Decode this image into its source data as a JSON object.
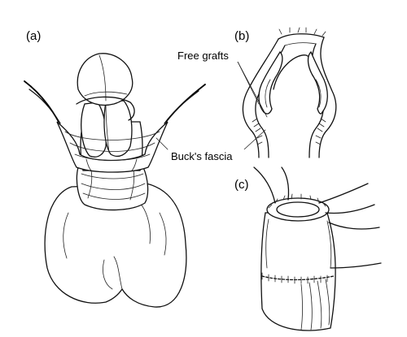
{
  "figure": {
    "panels": [
      {
        "id": "a",
        "label": "(a)"
      },
      {
        "id": "b",
        "label": "(b)"
      },
      {
        "id": "c",
        "label": "(c)"
      }
    ],
    "callouts": {
      "free_grafts": "Free grafts",
      "bucks_fascia": "Buck's fascia"
    }
  }
}
